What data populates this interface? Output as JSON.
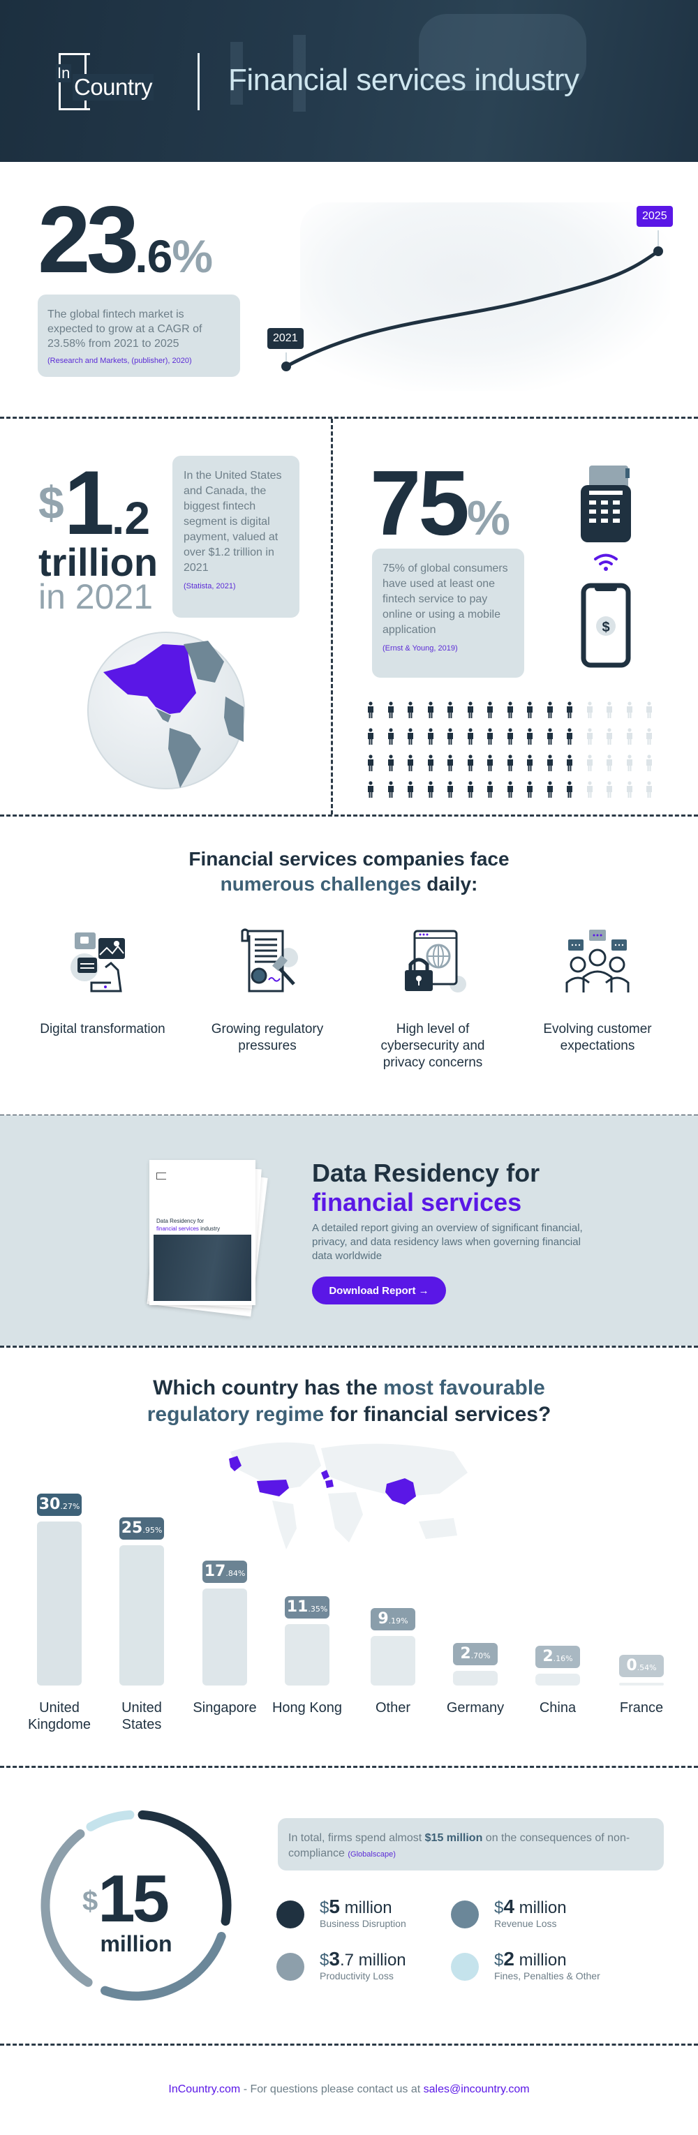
{
  "header": {
    "logo_in": "In",
    "logo_country": "Country",
    "title": "Financial services industry"
  },
  "growth": {
    "big_int": "23",
    "big_frac": ".6",
    "big_pct": "%",
    "text": "The global fintech market is expected to grow at a CAGR of 23.58% from 2021 to 2025",
    "source": "(Research and Markets, (publisher), 2020)",
    "start_year": "2021",
    "end_year": "2025"
  },
  "payments": {
    "currency": "$",
    "int": "1",
    "dec": ".2",
    "unit": "trillion",
    "year": "in 2021",
    "text": "In the United States and Canada, the biggest fintech segment is digital payment, valued at over $1.2 trillion in 2021",
    "source": "(Statista, 2021)"
  },
  "consumers": {
    "value": "75",
    "pct": "%",
    "text": "75% of global consumers have used at least one fintech service to pay online or using a mobile application",
    "source": "(Ernst & Young, 2019)",
    "pictogram": {
      "total": 60,
      "filled": 44,
      "columns": 15
    }
  },
  "challenges": {
    "title_line1": "Financial services companies face",
    "title_hl": "numerous challenges",
    "title_end": " daily:",
    "items": [
      {
        "label": "Digital transformation",
        "icon": "digital-transformation-icon"
      },
      {
        "label": "Growing regulatory pressures",
        "icon": "regulatory-document-icon"
      },
      {
        "label": "High level of cybersecurity and privacy concerns",
        "icon": "cybersecurity-lock-icon"
      },
      {
        "label": "Evolving customer expectations",
        "icon": "customers-group-icon"
      }
    ]
  },
  "report": {
    "title_line1": "Data Residency for",
    "title_line2": "financial services",
    "description": "A detailed report giving an overview of significant financial, privacy, and data residency laws when governing financial data worldwide",
    "cover_title": "Data Residency for",
    "cover_hl": "financial services",
    "cover_end": " industry",
    "button": "Download Report →"
  },
  "regulatory": {
    "title_a": "Which country has the ",
    "title_hl1": "most favourable",
    "title_hl2": "regulatory regime",
    "title_b": " for financial services?"
  },
  "chart_data": {
    "type": "bar",
    "title": "Which country has the most favourable regulatory regime for financial services?",
    "categories": [
      "United Kingdome",
      "United States",
      "Singapore",
      "Hong Kong",
      "Other",
      "Germany",
      "China",
      "France"
    ],
    "values": [
      30.27,
      25.95,
      17.84,
      11.35,
      9.19,
      2.7,
      2.16,
      0.54
    ],
    "labels": [
      {
        "int": "30",
        "dec": ".27%"
      },
      {
        "int": "25",
        "dec": ".95%"
      },
      {
        "int": "17",
        "dec": ".84%"
      },
      {
        "int": "11",
        "dec": ".35%"
      },
      {
        "int": "9",
        "dec": ".19%"
      },
      {
        "int": "2",
        "dec": ".70%"
      },
      {
        "int": "2",
        "dec": ".16%"
      },
      {
        "int": "0",
        "dec": ".54%"
      }
    ],
    "label_colors": [
      "#3d6178",
      "#4d6a7e",
      "#6b8393",
      "#72899a",
      "#8a9eab",
      "#9aabb6",
      "#a9b8c2",
      "#bec9d0"
    ],
    "xlabel": "",
    "ylabel": "",
    "ylim": [
      0,
      31
    ],
    "grid": false,
    "legend": "none"
  },
  "compliance": {
    "currency": "$",
    "total": "15",
    "unit": "million",
    "text_before": "In total, firms spend almost ",
    "text_bold": "$15 million",
    "text_after": " on the consequences of non-compliance ",
    "source": "(Globalscape)",
    "items": [
      {
        "cur": "$",
        "amount": "5",
        "rest": " million",
        "caption": "Business Disruption",
        "color": "#1f3140"
      },
      {
        "cur": "$",
        "amount": "4",
        "rest": " million",
        "caption": "Revenue Loss",
        "color": "#6b8799"
      },
      {
        "cur": "$",
        "amount": "3",
        "rest": ".7 million",
        "caption": "Productivity Loss",
        "color": "#8d9fab"
      },
      {
        "cur": "$",
        "amount": "2",
        "rest": " million",
        "caption": "Fines, Penalties & Other",
        "color": "#c5e3ec"
      }
    ]
  },
  "footer": {
    "site": "InCountry.com",
    "text": " - For questions please contact us at ",
    "email": "sales@incountry.com"
  },
  "colors": {
    "navy": "#1f3140",
    "purple": "#5a17e6",
    "slate": "#93a4ae",
    "box_bg": "#d8e2e6"
  }
}
